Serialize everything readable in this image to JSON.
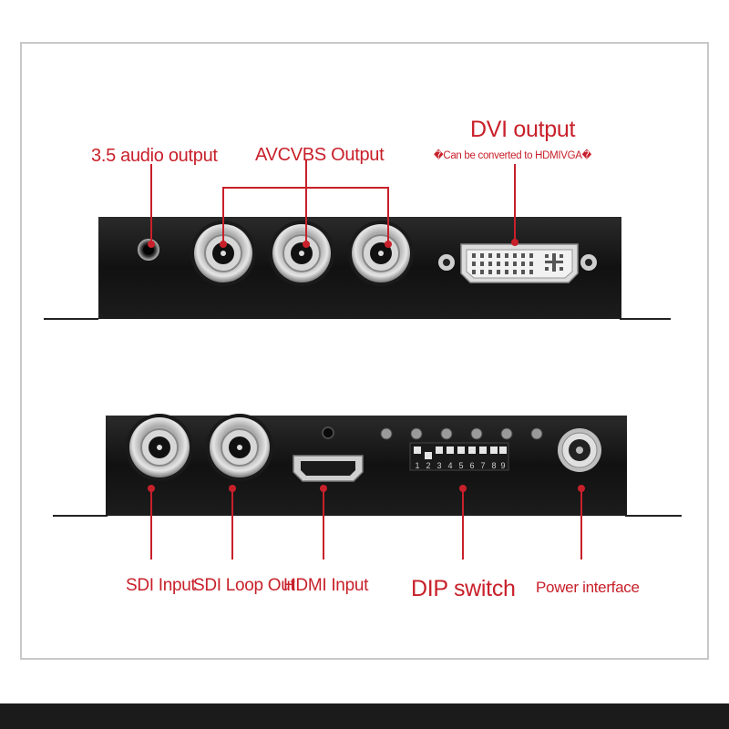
{
  "labels": {
    "audio_output": "3.5 audio output",
    "avcvbs_output": "AVCVBS Output",
    "dvi_output": "DVI output",
    "dvi_note": "�Can be converted to HDMIVGA�",
    "sdi_input": "SDI Input",
    "sdi_loop_out": "SDI Loop Out",
    "hdmi_input": "HDMI Input",
    "dip_switch": "DIP switch",
    "power_interface": "Power interface"
  },
  "dip_switch_numbers": [
    "1",
    "2",
    "3",
    "4",
    "5",
    "6",
    "7",
    "8",
    "9"
  ],
  "colors": {
    "accent": "#c8202a",
    "device_body": "#141414",
    "frame_border": "#c8c8c8",
    "bottom_bar": "#1b1b1b"
  }
}
